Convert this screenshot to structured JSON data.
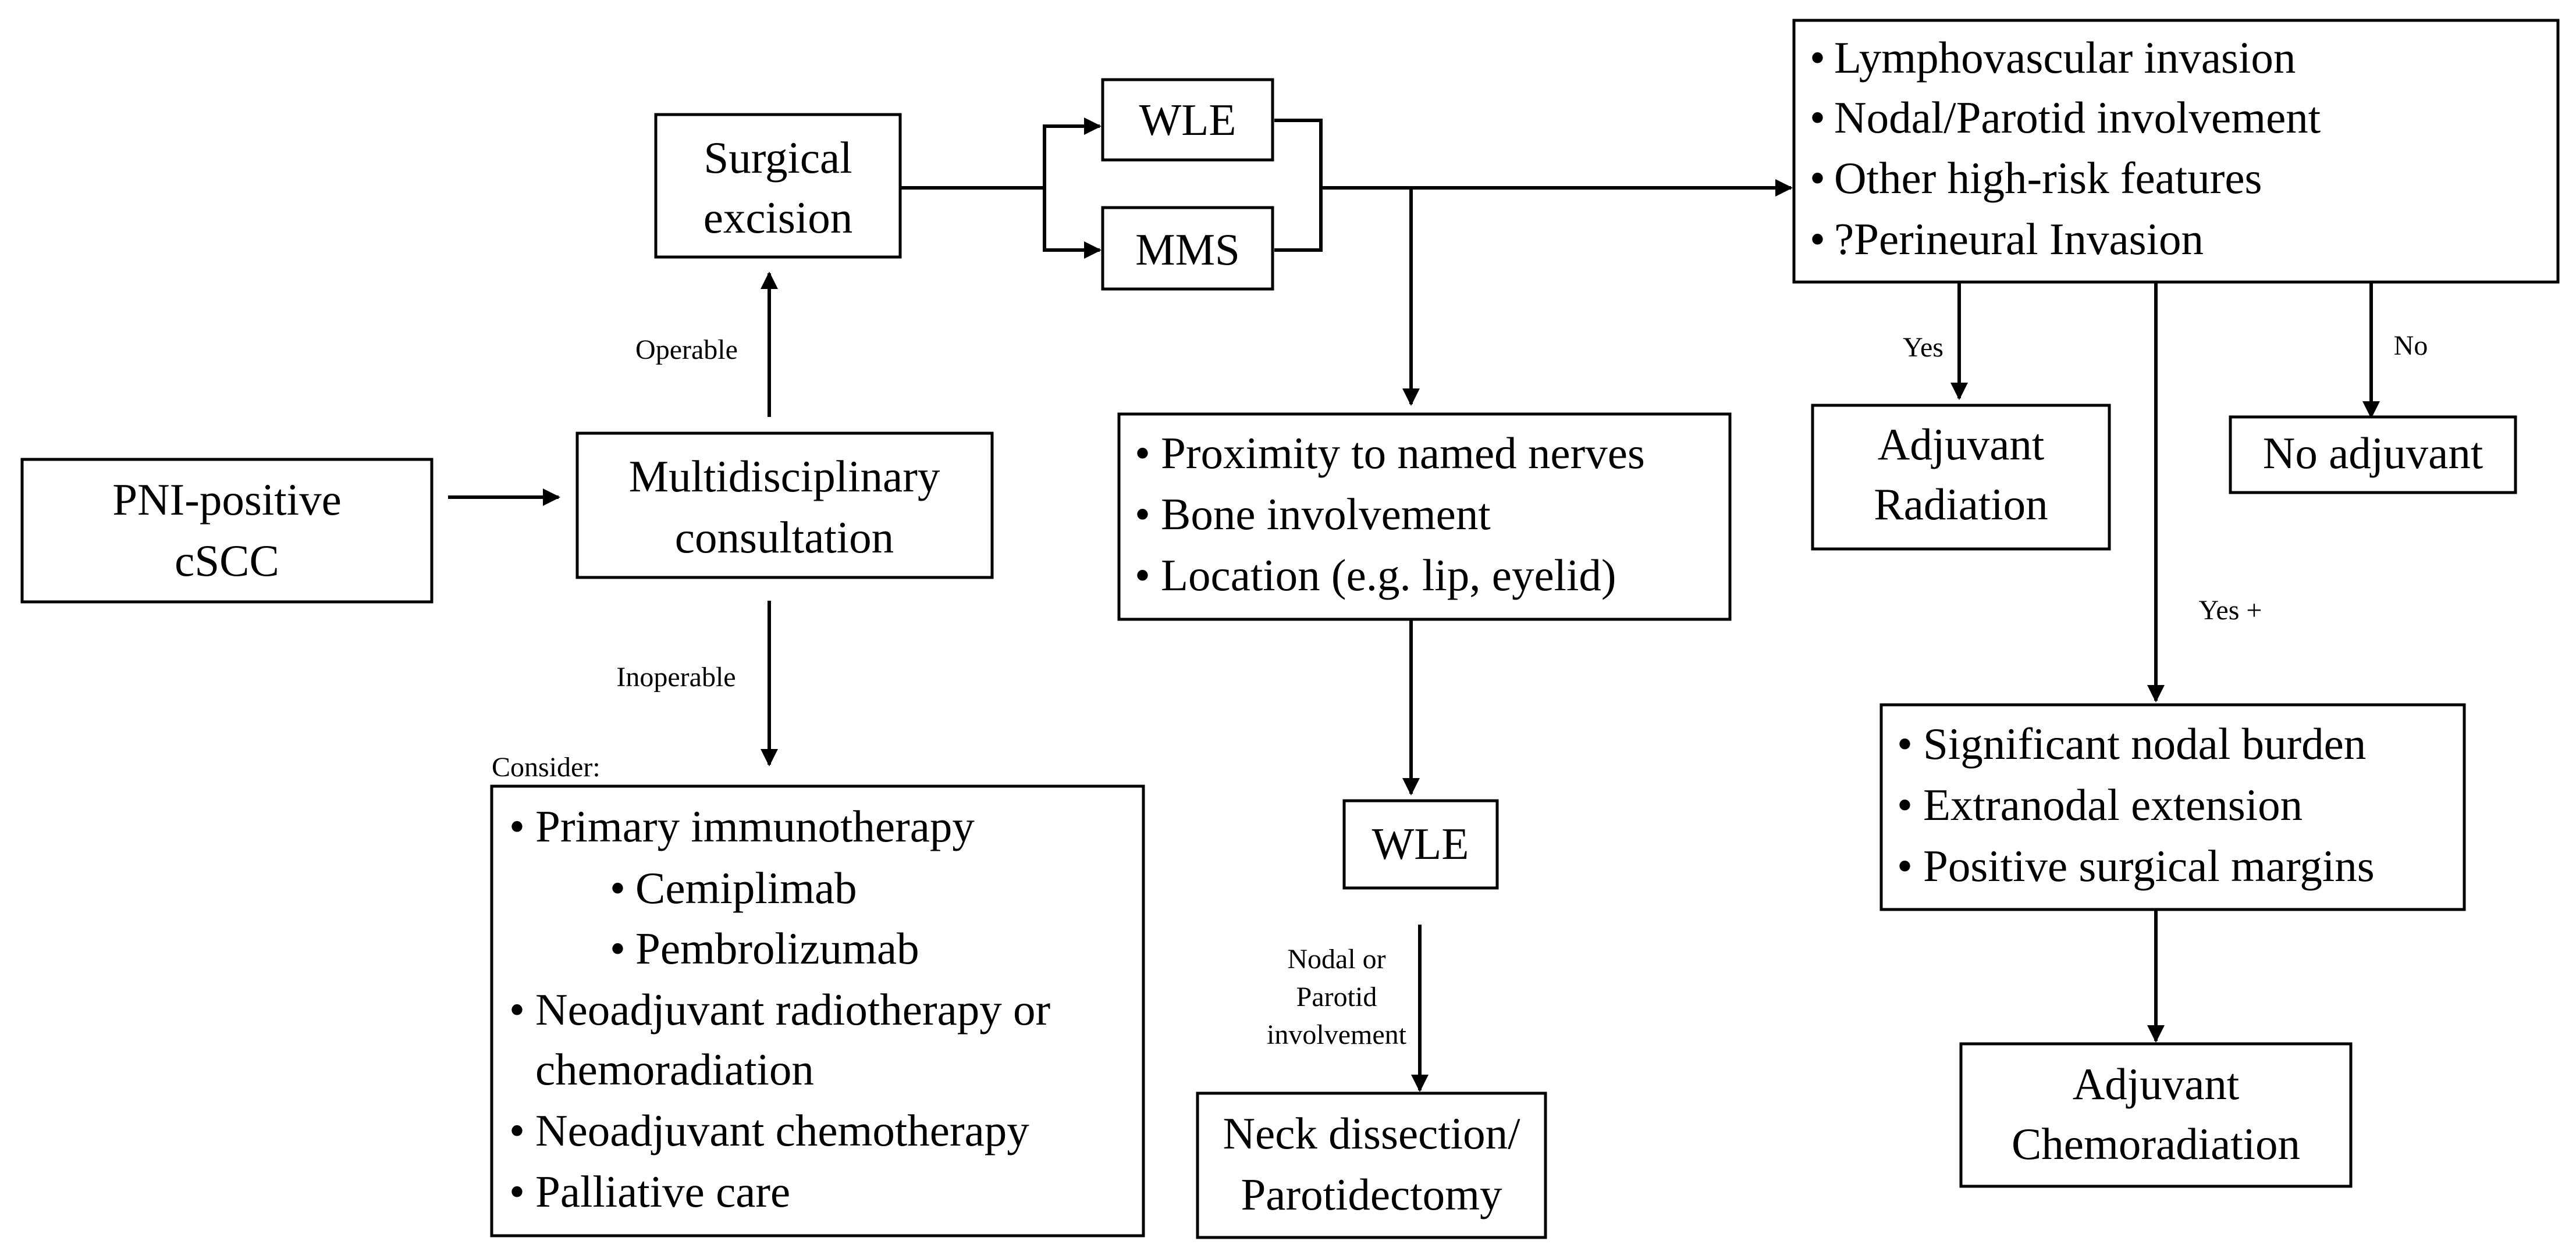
{
  "boxes": {
    "pni": {
      "lines": [
        "PNI-positive",
        "cSCC"
      ]
    },
    "consult": {
      "lines": [
        "Multidisciplinary",
        "consultation"
      ]
    },
    "surgical": {
      "lines": [
        "Surgical",
        "excision"
      ]
    },
    "wle_top": {
      "lines": [
        "WLE"
      ]
    },
    "mms": {
      "lines": [
        "MMS"
      ]
    },
    "risk": {
      "items": [
        "Lymphovascular invasion",
        "Nodal/Parotid involvement",
        "Other high-risk features",
        "?Perineural Invasion"
      ]
    },
    "adj_rad": {
      "lines": [
        "Adjuvant",
        "Radiation"
      ]
    },
    "no_adj": {
      "lines": [
        "No adjuvant"
      ]
    },
    "proximity": {
      "items": [
        "Proximity to named nerves",
        "Bone involvement",
        "Location (e.g. lip, eyelid)"
      ]
    },
    "wle_mid": {
      "lines": [
        "WLE"
      ]
    },
    "neck": {
      "lines": [
        "Neck dissection/",
        "Parotidectomy"
      ]
    },
    "nodal": {
      "items": [
        "Significant nodal burden",
        "Extranodal extension",
        "Positive surgical margins"
      ]
    },
    "chemorad": {
      "lines": [
        "Adjuvant",
        "Chemoradiation"
      ]
    },
    "consider": {
      "items": [
        {
          "text": "Primary immunotherapy",
          "level": 0
        },
        {
          "text": "Cemiplimab",
          "level": 1
        },
        {
          "text": "Pembrolizumab",
          "level": 1
        },
        {
          "text": "Neoadjuvant radiotherapy or",
          "level": 0
        },
        {
          "text": "chemoradiation",
          "level": 0,
          "continuation": true
        },
        {
          "text": "Neoadjuvant chemotherapy",
          "level": 0
        },
        {
          "text": "Palliative care",
          "level": 0
        }
      ]
    }
  },
  "labels": {
    "operable": "Operable",
    "inoperable": "Inoperable",
    "consider": "Consider:",
    "yes": "Yes",
    "no": "No",
    "yes_plus": "Yes +",
    "nodal_or": "Nodal or",
    "parotid": "Parotid",
    "involvement": "involvement"
  },
  "bullet": "•"
}
